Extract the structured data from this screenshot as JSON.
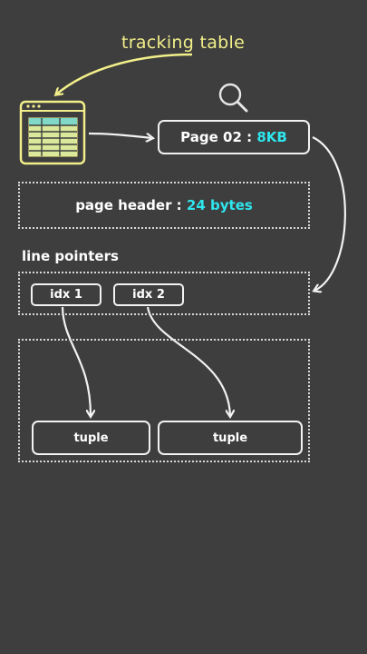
{
  "tracking_table": {
    "label": "tracking table"
  },
  "page": {
    "name": "Page 02 :",
    "size": "8KB"
  },
  "page_header": {
    "label": "page header :",
    "size": "24 bytes"
  },
  "line_pointers": {
    "title": "line pointers",
    "items": [
      "idx 1",
      "idx 2"
    ]
  },
  "tuples": [
    "tuple",
    "tuple"
  ],
  "colors": {
    "background": "#3e3e3e",
    "highlight_yellow": "#f2ef8a",
    "accent_cyan": "#2ee6ee",
    "stroke_white": "#f2f2f2"
  },
  "icons": [
    "table-window-icon",
    "magnifier-icon"
  ]
}
